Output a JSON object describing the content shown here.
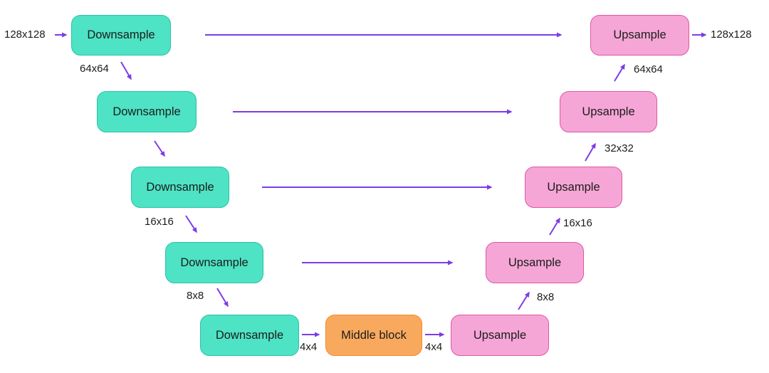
{
  "diagram": {
    "type": "unet-architecture",
    "nodes": [
      {
        "id": "downsample-1",
        "label": "Downsample",
        "kind": "downsample"
      },
      {
        "id": "downsample-2",
        "label": "Downsample",
        "kind": "downsample"
      },
      {
        "id": "downsample-3",
        "label": "Downsample",
        "kind": "downsample"
      },
      {
        "id": "downsample-4",
        "label": "Downsample",
        "kind": "downsample"
      },
      {
        "id": "downsample-5",
        "label": "Downsample",
        "kind": "downsample"
      },
      {
        "id": "middle-block",
        "label": "Middle block",
        "kind": "middle"
      },
      {
        "id": "upsample-5",
        "label": "Upsample",
        "kind": "upsample"
      },
      {
        "id": "upsample-4",
        "label": "Upsample",
        "kind": "upsample"
      },
      {
        "id": "upsample-3",
        "label": "Upsample",
        "kind": "upsample"
      },
      {
        "id": "upsample-2",
        "label": "Upsample",
        "kind": "upsample"
      },
      {
        "id": "upsample-1",
        "label": "Upsample",
        "kind": "upsample"
      }
    ],
    "dims": [
      {
        "id": "input",
        "text": "128x128"
      },
      {
        "id": "left-64",
        "text": "64x64"
      },
      {
        "id": "left-16",
        "text": "16x16"
      },
      {
        "id": "left-8",
        "text": "8x8"
      },
      {
        "id": "mid-left-4",
        "text": "4x4"
      },
      {
        "id": "mid-right-4",
        "text": "4x4"
      },
      {
        "id": "right-8",
        "text": "8x8"
      },
      {
        "id": "right-16",
        "text": "16x16"
      },
      {
        "id": "right-32",
        "text": "32x32"
      },
      {
        "id": "right-64",
        "text": "64x64"
      },
      {
        "id": "output",
        "text": "128x128"
      }
    ],
    "colors": {
      "downsample_fill": "#4de3c4",
      "downsample_border": "#2cc2a5",
      "upsample_fill": "#f5a6d6",
      "upsample_border": "#de58a6",
      "middle_fill": "#f9a95e",
      "middle_border": "#f18a2e",
      "arrow": "#7c3ce8",
      "text": "#1c1c1c",
      "background": "#ffffff"
    }
  }
}
